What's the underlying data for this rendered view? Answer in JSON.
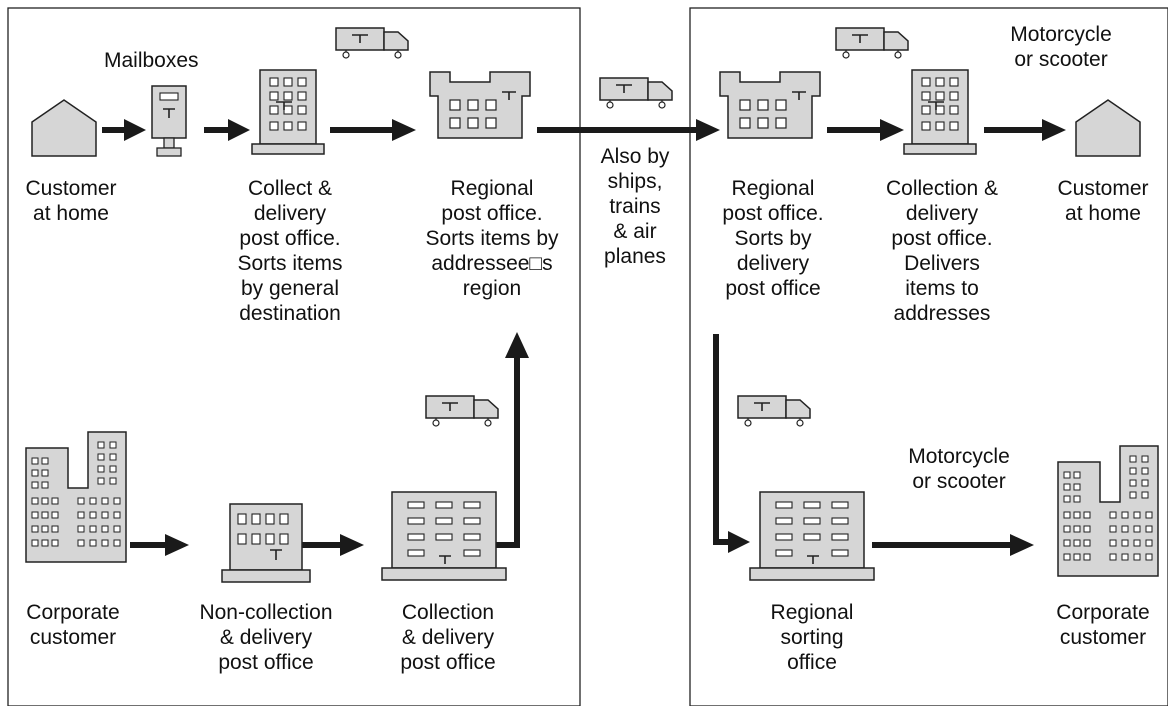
{
  "colors": {
    "fill": "#d6d6d6",
    "stroke": "#222222",
    "arrow": "#1a1a1a"
  },
  "icons": [
    "house-icon",
    "mailbox-icon",
    "post-office-icon",
    "regional-office-icon",
    "truck-icon",
    "corporate-building-icon",
    "sorting-office-icon"
  ],
  "labels": {
    "mailboxes": [
      "Mailboxes"
    ],
    "customer_home_left": [
      "Customer",
      "at home"
    ],
    "collect_delivery": [
      "Collect &",
      "delivery",
      "post office.",
      "Sorts items",
      "by general",
      "destination"
    ],
    "regional_left": [
      "Regional",
      "post office.",
      "Sorts items by",
      "addressee□s",
      "region"
    ],
    "transport_note": [
      "Also by",
      "ships,",
      "trains",
      "& air",
      "planes"
    ],
    "regional_right": [
      "Regional",
      "post office.",
      "Sorts by",
      "delivery",
      "post office"
    ],
    "collection_delivery_right": [
      "Collection &",
      "delivery",
      "post office.",
      "Delivers",
      "items to",
      "addresses"
    ],
    "customer_home_right": [
      "Customer",
      "at home"
    ],
    "motorcycle_top": [
      "Motorcycle",
      "or scooter"
    ],
    "corporate_left": [
      "Corporate",
      "customer"
    ],
    "non_collection": [
      "Non-collection",
      "& delivery",
      "post office"
    ],
    "collection_delivery_bottom": [
      "Collection",
      "& delivery",
      "post office"
    ],
    "regional_sorting": [
      "Regional",
      "sorting",
      "office"
    ],
    "motorcycle_bottom": [
      "Motorcycle",
      "or scooter"
    ],
    "corporate_right": [
      "Corporate",
      "customer"
    ]
  }
}
